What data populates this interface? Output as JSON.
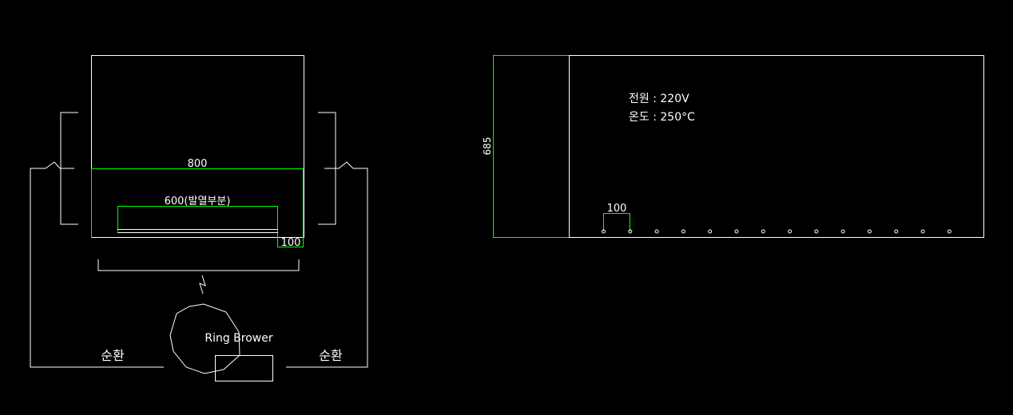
{
  "left_view": {
    "width_dimension": "800",
    "heater_dimension": "600(발열부분)",
    "small_dimension": "100",
    "blower_label": "Ring Brower",
    "circulation_left": "순환",
    "circulation_right": "순환"
  },
  "right_view": {
    "height_dimension": "685",
    "spacing_dimension": "100",
    "power_spec": "전원 : 220V",
    "temp_spec": "온도 : 250°C",
    "hole_count": 14
  },
  "colors": {
    "background": "#000000",
    "line": "#ffffff",
    "dimension": "#00ff00"
  }
}
